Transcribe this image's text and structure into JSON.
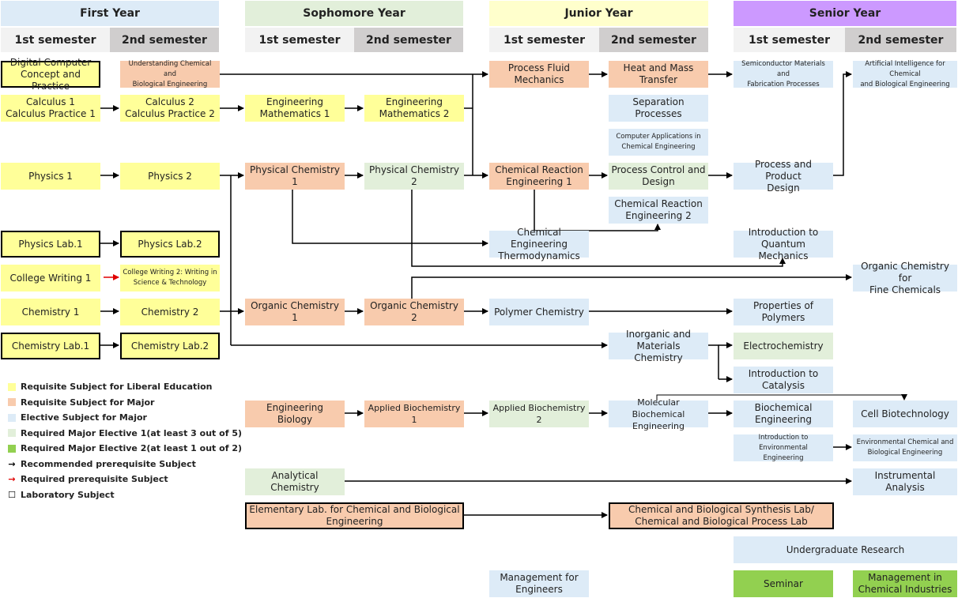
{
  "years": [
    {
      "label": "First Year",
      "color": "#ddebf7"
    },
    {
      "label": "Sophomore Year",
      "color": "#e2efda"
    },
    {
      "label": "Junior Year",
      "color": "#ffffcc"
    },
    {
      "label": "Senior Year",
      "color": "#cc99ff"
    }
  ],
  "semesters": {
    "first": "1st semester",
    "second": "2nd semester"
  },
  "colors": {
    "liberal": "#ffff99",
    "major_req": "#f8cbad",
    "elective": "#ddebf7",
    "req_elective1": "#e2efda",
    "req_elective2": "#92d050",
    "recommended_arrow": "#000000",
    "required_arrow": "#e00000"
  },
  "courses": {
    "digital": {
      "label": "Digital Computer\nConcept and Practice",
      "type": "liberal",
      "lab": true
    },
    "understanding": {
      "label": "Understanding Chemical and\nBiological Engineering",
      "type": "major_req"
    },
    "calc1": {
      "label": "Calculus 1\nCalculus Practice 1",
      "type": "liberal"
    },
    "calc2": {
      "label": "Calculus 2\nCalculus Practice 2",
      "type": "liberal"
    },
    "em1": {
      "label": "Engineering\nMathematics 1",
      "type": "liberal"
    },
    "em2": {
      "label": "Engineering\nMathematics 2",
      "type": "liberal"
    },
    "phys1": {
      "label": "Physics 1",
      "type": "liberal"
    },
    "phys2": {
      "label": "Physics 2",
      "type": "liberal"
    },
    "pc1": {
      "label": "Physical Chemistry 1",
      "type": "major_req"
    },
    "pc2": {
      "label": "Physical Chemistry 2",
      "type": "req_elective1"
    },
    "physlab1": {
      "label": "Physics Lab.1",
      "type": "liberal",
      "lab": true
    },
    "physlab2": {
      "label": "Physics Lab.2",
      "type": "liberal",
      "lab": true
    },
    "cw1": {
      "label": "College Writing 1",
      "type": "liberal"
    },
    "cw2": {
      "label": "College Writing 2: Writing in\nScience & Technology",
      "type": "liberal"
    },
    "chem1": {
      "label": "Chemistry 1",
      "type": "liberal"
    },
    "chem2": {
      "label": "Chemistry 2",
      "type": "liberal"
    },
    "chemlab1": {
      "label": "Chemistry Lab.1",
      "type": "liberal",
      "lab": true
    },
    "chemlab2": {
      "label": "Chemistry Lab.2",
      "type": "liberal",
      "lab": true
    },
    "oc1": {
      "label": "Organic Chemistry 1",
      "type": "major_req"
    },
    "oc2": {
      "label": "Organic Chemistry 2",
      "type": "major_req"
    },
    "pfm": {
      "label": "Process Fluid\nMechanics",
      "type": "major_req"
    },
    "hmt": {
      "label": "Heat and Mass\nTransfer",
      "type": "major_req"
    },
    "sep": {
      "label": "Separation Processes",
      "type": "elective"
    },
    "compapp": {
      "label": "Computer Applications in\nChemical Engineering",
      "type": "elective"
    },
    "cre1": {
      "label": "Chemical Reaction\nEngineering 1",
      "type": "major_req"
    },
    "pcd": {
      "label": "Process Control and\nDesign",
      "type": "req_elective1"
    },
    "cre2": {
      "label": "Chemical Reaction\nEngineering 2",
      "type": "elective"
    },
    "thermo": {
      "label": "Chemical Engineering\nThermodynamics",
      "type": "elective"
    },
    "polymer": {
      "label": "Polymer Chemistry",
      "type": "elective"
    },
    "inorg": {
      "label": "Inorganic and\nMaterials Chemistry",
      "type": "elective"
    },
    "semi": {
      "label": "Semiconductor Materials and\nFabrication Processes",
      "type": "elective"
    },
    "ai": {
      "label": "Artificial Intelligence for Chemical\nand Biological Engineering",
      "type": "elective"
    },
    "ppd": {
      "label": "Process and Product\nDesign",
      "type": "elective"
    },
    "quantum": {
      "label": "Introduction to\nQuantum Mechanics",
      "type": "elective"
    },
    "finechem": {
      "label": "Organic Chemistry for\nFine Chemicals",
      "type": "elective"
    },
    "propoly": {
      "label": "Properties of\nPolymers",
      "type": "elective"
    },
    "electro": {
      "label": "Electrochemistry",
      "type": "req_elective1"
    },
    "catalysis": {
      "label": "Introduction to\nCatalysis",
      "type": "elective"
    },
    "engbio": {
      "label": "Engineering Biology",
      "type": "major_req"
    },
    "ab1": {
      "label": "Applied Biochemistry 1",
      "type": "major_req"
    },
    "ab2": {
      "label": "Applied Biochemistry 2",
      "type": "req_elective1"
    },
    "mbe": {
      "label": "Molecular Biochemical\nEngineering",
      "type": "elective"
    },
    "be": {
      "label": "Biochemical\nEngineering",
      "type": "elective"
    },
    "cellbio": {
      "label": "Cell Biotechnology",
      "type": "elective"
    },
    "introenv": {
      "label": "Introduction to Environmental\nEngineering",
      "type": "elective"
    },
    "env": {
      "label": "Environmental Chemical and\nBiological Engineering",
      "type": "elective"
    },
    "analytical": {
      "label": "Analytical Chemistry",
      "type": "req_elective1"
    },
    "instrumental": {
      "label": "Instrumental Analysis",
      "type": "elective"
    },
    "elemlab": {
      "label": "Elementary Lab. for Chemical and Biological\nEngineering",
      "type": "major_req",
      "lab": true
    },
    "synthlab": {
      "label": "Chemical and Biological Synthesis Lab/\nChemical and Biological Process Lab",
      "type": "major_req",
      "lab": true
    },
    "research": {
      "label": "Undergraduate Research",
      "type": "elective"
    },
    "mgmteng": {
      "label": "Management for\nEngineers",
      "type": "elective"
    },
    "seminar": {
      "label": "Seminar",
      "type": "req_elective2"
    },
    "mgmtchem": {
      "label": "Management in\nChemical Industries",
      "type": "req_elective2"
    }
  },
  "legend": [
    {
      "label": "Requisite Subject for Liberal Education",
      "swatch": "liberal"
    },
    {
      "label": "Requisite Subject for Major",
      "swatch": "major_req"
    },
    {
      "label": "Elective Subject for Major",
      "swatch": "elective"
    },
    {
      "label": "Required Major Elective 1(at least 3 out of 5)",
      "swatch": "req_elective1"
    },
    {
      "label": "Required Major Elective 2(at least 1 out of 2)",
      "swatch": "req_elective2"
    },
    {
      "label": "Recommended prerequisite Subject",
      "symbol": "→",
      "symbol_color": "#000000"
    },
    {
      "label": "Required prerequisite Subject",
      "symbol": "→",
      "symbol_color": "#e00000"
    },
    {
      "label": "Laboratory Subject",
      "symbol": "☐",
      "symbol_color": "#000000"
    }
  ]
}
